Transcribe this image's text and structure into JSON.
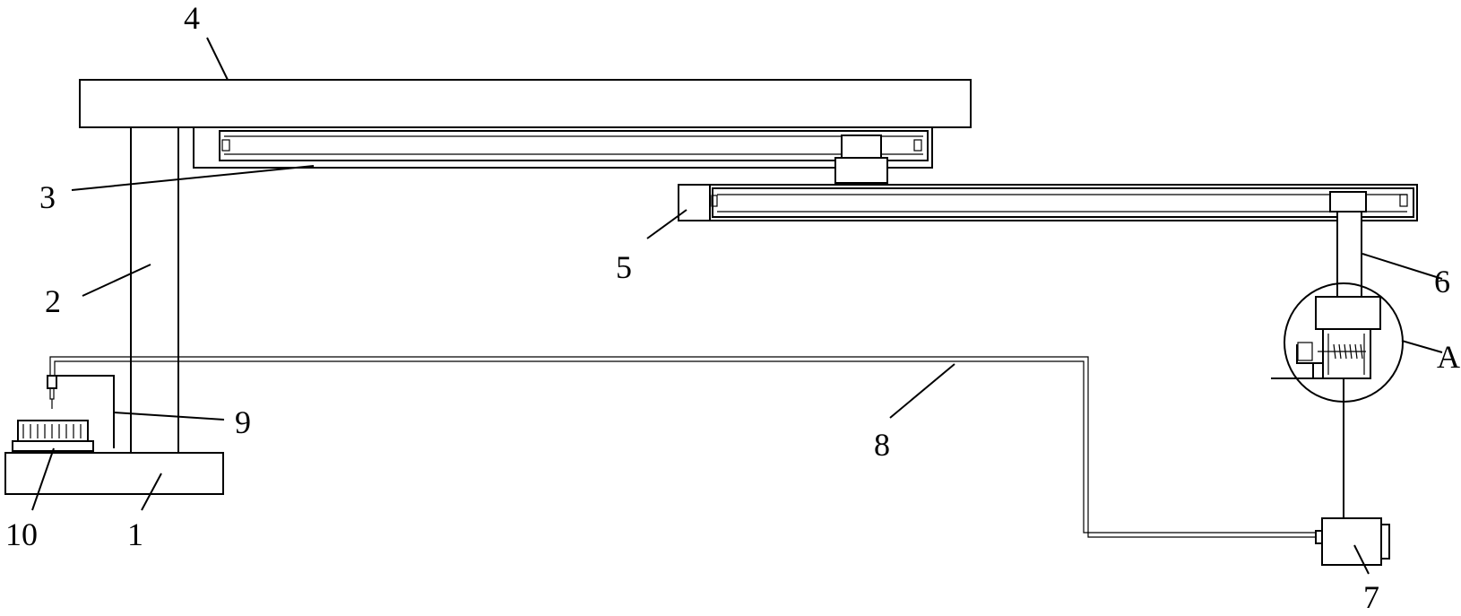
{
  "labels": {
    "l1": "1",
    "l2": "2",
    "l3": "3",
    "l4": "4",
    "l5": "5",
    "l6": "6",
    "l7": "7",
    "l8": "8",
    "l9": "9",
    "l10": "10",
    "lA": "A"
  },
  "colors": {
    "line": "#000000",
    "background": "#ffffff"
  }
}
